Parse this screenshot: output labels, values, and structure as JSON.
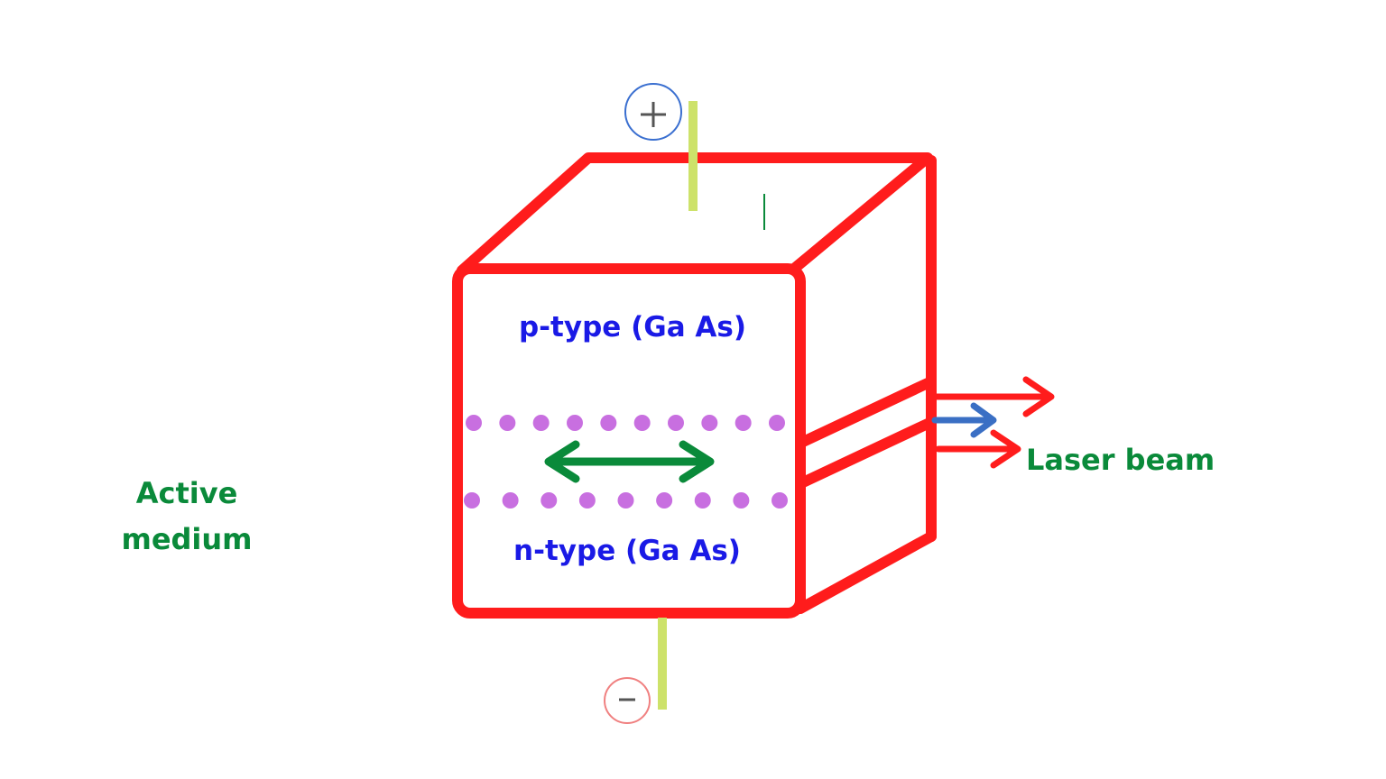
{
  "labels": {
    "p_type": "p-type (Ga As)",
    "n_type": "n-type (Ga As)",
    "active_line1": "Active",
    "active_line2": "medium",
    "laser_beam": "Laser beam",
    "plus": "+",
    "minus": "−"
  },
  "colors": {
    "cube": "#ff1c1c",
    "electrode": "#cde26a",
    "semiconductor_text": "#1a1ae6",
    "green_text": "#0a8a3a",
    "dots": "#c86fe0",
    "blue_arrow": "#3a6fc4",
    "plus_circle": "#3a6fd0",
    "minus_circle": "#f08080"
  },
  "icons": {
    "positive_terminal": "plus-circle-icon",
    "negative_terminal": "minus-circle-icon"
  }
}
